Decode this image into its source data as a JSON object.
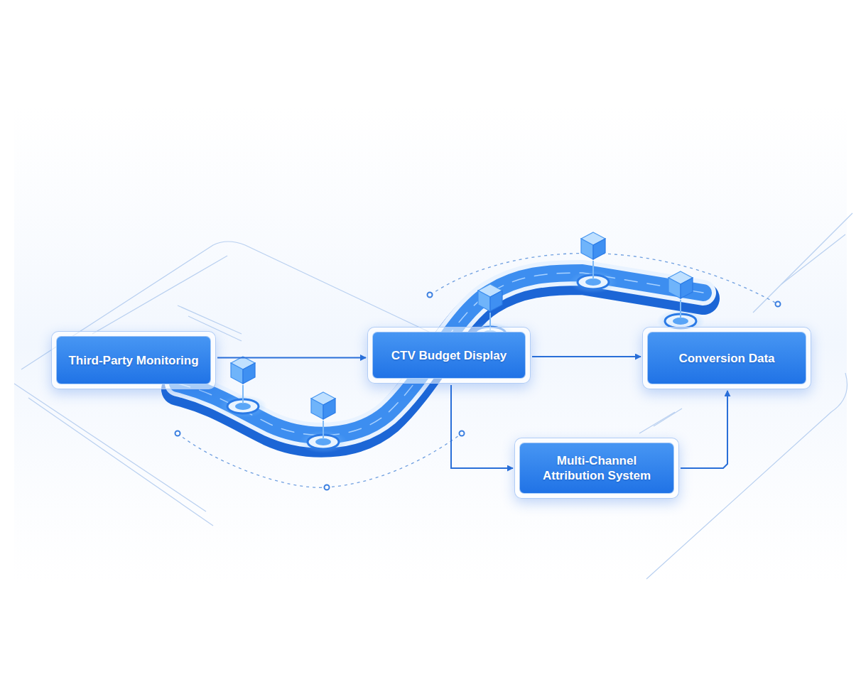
{
  "diagram": {
    "nodes": [
      {
        "text": [
          "Third-Party Monitoring"
        ]
      },
      {
        "text": [
          "CTV Budget Display"
        ]
      },
      {
        "text": [
          "Conversion Data"
        ]
      },
      {
        "text": [
          "Multi-Channel Attribution System"
        ]
      }
    ],
    "edges": [
      {
        "from": 0,
        "to": 1,
        "arrow": "to"
      },
      {
        "from": 1,
        "to": 2,
        "arrow": "to"
      },
      {
        "from": 1,
        "to": 3,
        "arrow": "to"
      },
      {
        "from": 3,
        "to": 2,
        "arrow": "to"
      }
    ]
  }
}
